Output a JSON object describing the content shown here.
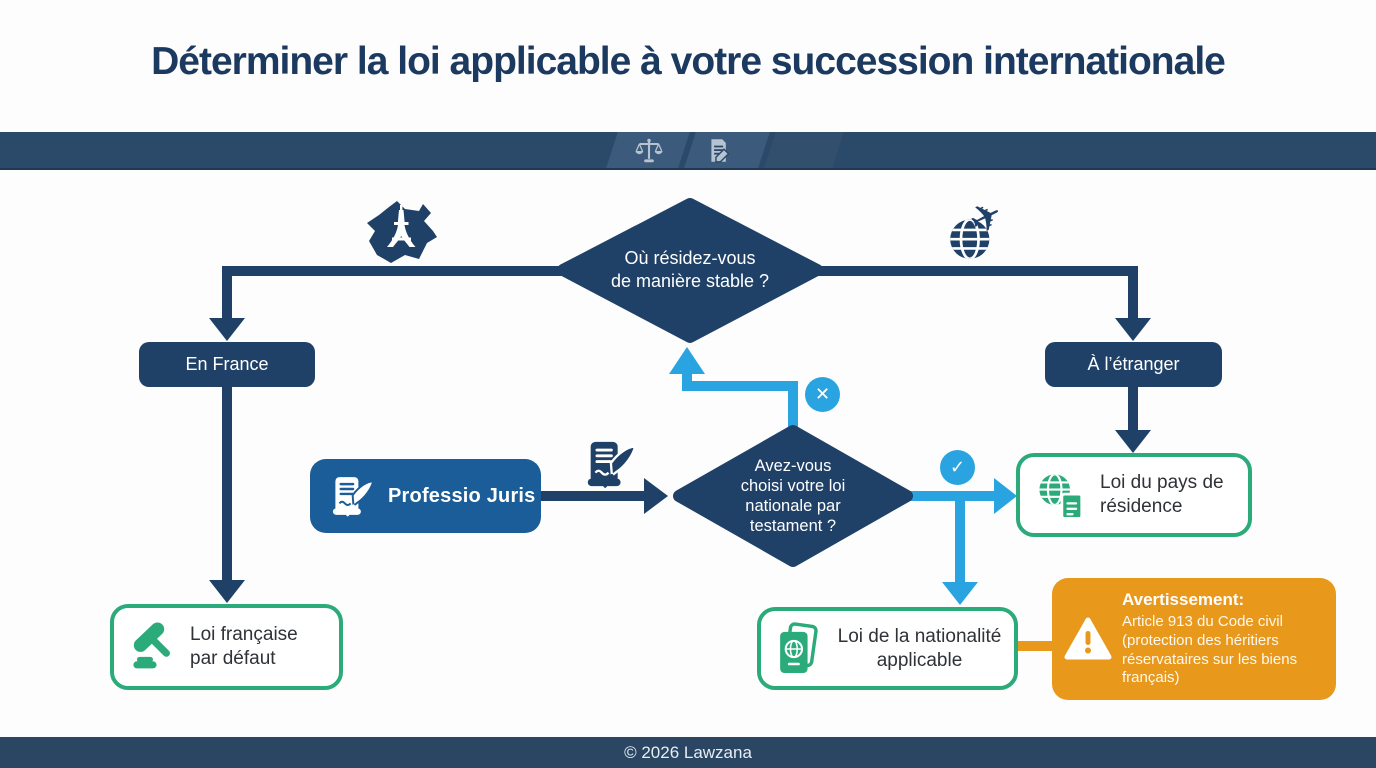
{
  "title": "Déterminer la loi applicable à votre succession internationale",
  "header_bar": {
    "icons": [
      "scales-of-justice-icon",
      "document-edit-icon"
    ]
  },
  "flowchart": {
    "decision_residence": {
      "line1": "Où résidez-vous",
      "line2": "de manière stable ?"
    },
    "node_en_france": {
      "label": "En France"
    },
    "node_etranger": {
      "label": "À l’étranger"
    },
    "decision_testament": {
      "line1": "Avez-vous",
      "line2": "choisi votre loi",
      "line3": "nationale par",
      "line4": "testament ?"
    },
    "node_professio": {
      "label": "Professio Juris"
    },
    "outcome_loi_francaise": {
      "line1": "Loi française",
      "line2": "par défaut"
    },
    "outcome_loi_residence": {
      "line1": "Loi du pays de",
      "line2": "résidence"
    },
    "outcome_loi_nationalite": {
      "line1": "Loi de la nationalité",
      "line2": "applicable"
    },
    "badge_no": {
      "symbol": "✕"
    },
    "badge_yes": {
      "symbol": "✓"
    },
    "warning": {
      "title": "Avertissement:",
      "body": "Article 913 du Code civil (protection des héritiers réservataires sur les biens français)"
    }
  },
  "footer": {
    "copyright": "© 2026 Lawzana"
  },
  "colors": {
    "navy": "#1f4067",
    "title_text": "#1c3a60",
    "ribbon_bar": "#2b4a6a",
    "professio_blue": "#1a5d99",
    "light_blue": "#2aa4e1",
    "green": "#2bab79",
    "orange": "#e8991c",
    "footer_bar": "#2a4662"
  }
}
